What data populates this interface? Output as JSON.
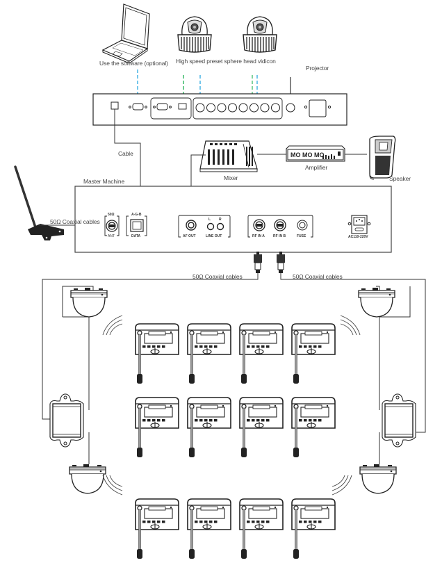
{
  "diagram": {
    "labels": {
      "software": "Use the software (optional)",
      "camera": "High speed preset sphere head vidicon",
      "projector": "Projector",
      "cable": "Cable",
      "master_machine": "Master Machine",
      "mixer": "Mixer",
      "amplifier": "Amplifier",
      "speaker": "Speaker",
      "coax_antenna": "50Ω  Coaxial cables",
      "coax_left": "50Ω  Coaxial cables",
      "coax_right": "50Ω  Coaxial cables"
    },
    "master_panel": {
      "ant_top": "50Ω",
      "ant_bottom": "ANT",
      "data_top": "A-G-B",
      "data_bottom": "DATA",
      "af_out": "AF OUT",
      "line_out": "LINE OUT",
      "line_l": "L",
      "line_r": "R",
      "rf_in_a": "RF IN A",
      "rf_in_b": "RF IN B",
      "fuse": "FUSE",
      "power": "AC110-220V"
    },
    "amplifier_face": "MO MO MO",
    "colors": {
      "line": "#333333",
      "dash_blue": "#29a8e0",
      "dash_green": "#3dbb6a"
    },
    "delegate_units": {
      "rows": 3,
      "per_row": 4
    },
    "dome_cameras": 4,
    "splitters": 2
  }
}
